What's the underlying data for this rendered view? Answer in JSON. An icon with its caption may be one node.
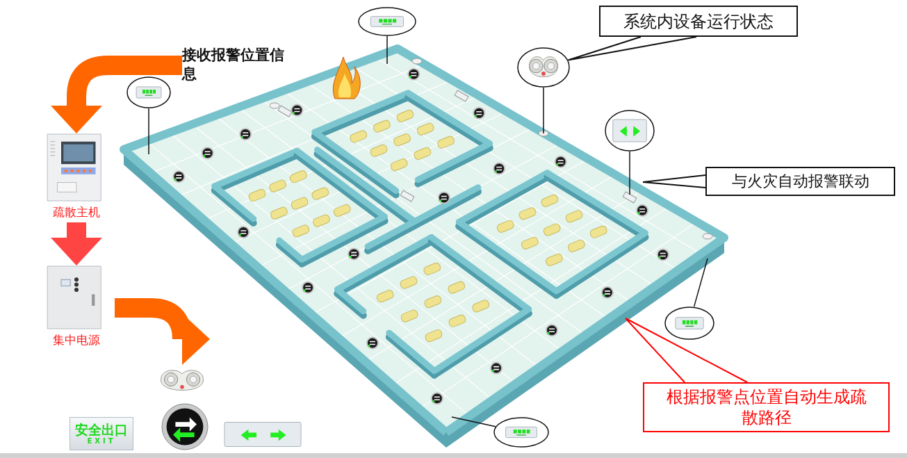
{
  "diagram": {
    "nodes": [
      {
        "text": [
          "接收报警位置信息"
        ]
      },
      {
        "text": [],
        "shape": "picture"
      },
      {
        "text": [],
        "shape": "picture"
      },
      {
        "text": [
          "系统内设备运行状态"
        ]
      },
      {
        "text": [],
        "shape": "picture"
      },
      {
        "text": [],
        "shape": "picture"
      },
      {
        "text": [
          "与火灾自动报警联动"
        ]
      },
      {
        "text": [],
        "shape": "picture"
      },
      {
        "text": [
          "疏散主机"
        ]
      },
      {
        "text": [
          "集中电源"
        ]
      },
      {
        "text": [],
        "shape": "picture"
      },
      {
        "text": [
          "根据报警点位置自动生成疏散路径"
        ]
      },
      {
        "text": [],
        "shape": "picture"
      },
      {
        "text": [],
        "shape": "picture"
      },
      {
        "text": [
          "安全出口",
          "EXIT"
        ]
      },
      {
        "text": [],
        "shape": "picture"
      },
      {
        "text": [],
        "shape": "picture"
      }
    ],
    "edges": [
      {
        "from": 0,
        "to": 8,
        "arrow": "to",
        "style": "thick",
        "color": "#ff6600"
      },
      {
        "from": 8,
        "to": 9,
        "arrow": "to",
        "style": "thick",
        "color": "#ff4444"
      },
      {
        "from": 9,
        "to": 13,
        "arrow": "to",
        "style": "thick",
        "color": "#ff6600"
      },
      {
        "from": 3,
        "to": 4,
        "arrow": "none"
      },
      {
        "from": 4,
        "to": 7,
        "arrow": "none"
      },
      {
        "from": 2,
        "to": 7,
        "arrow": "none"
      },
      {
        "from": 1,
        "to": 7,
        "arrow": "none"
      },
      {
        "from": 5,
        "to": 7,
        "arrow": "none"
      },
      {
        "from": 6,
        "to": 7,
        "arrow": "none"
      },
      {
        "from": 10,
        "to": 7,
        "arrow": "none"
      },
      {
        "from": 12,
        "to": 7,
        "arrow": "none"
      },
      {
        "from": 11,
        "to": 7,
        "arrow": "none",
        "color": "#ff0000"
      }
    ]
  }
}
